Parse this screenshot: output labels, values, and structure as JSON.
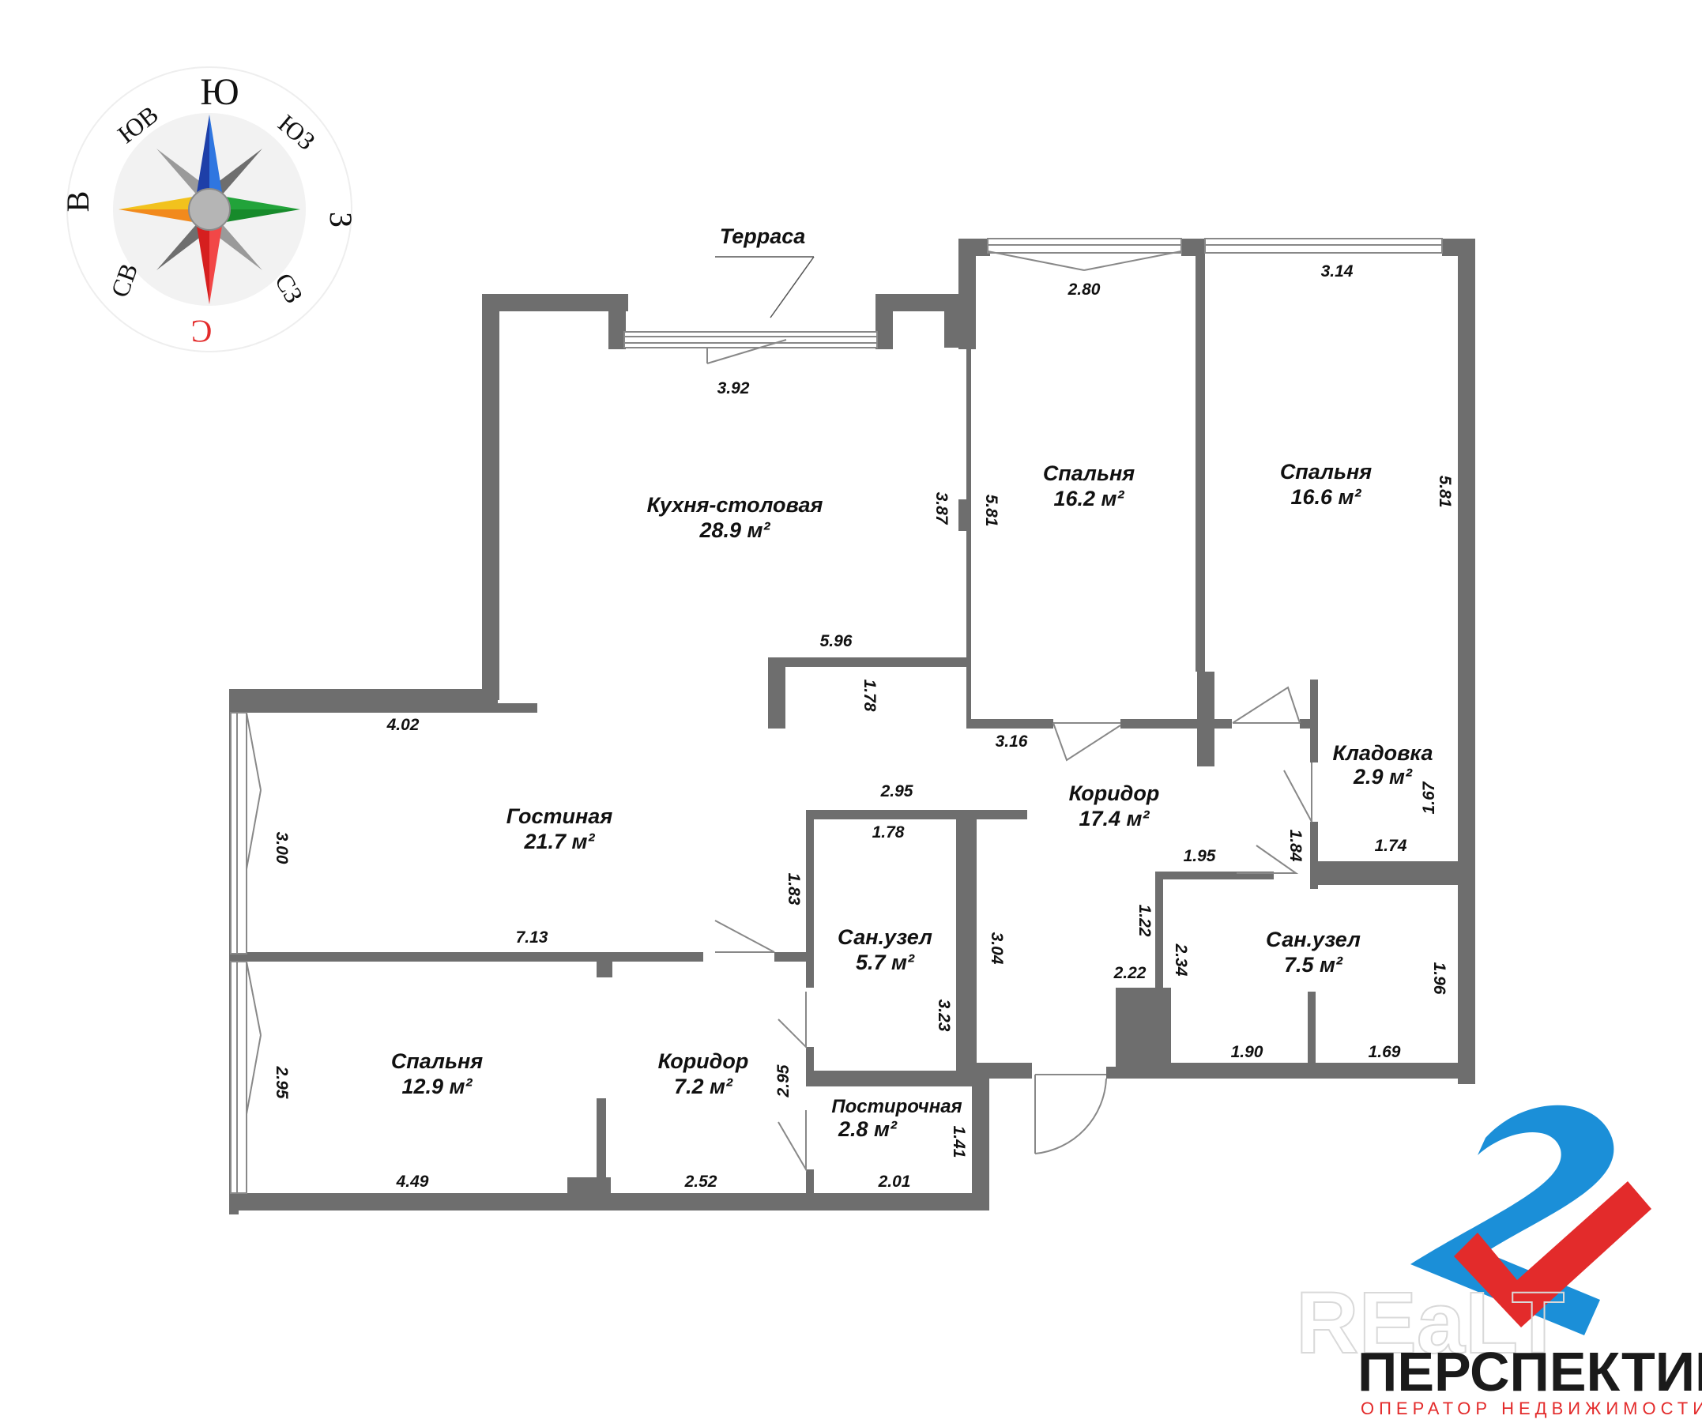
{
  "plan": {
    "terrace_label": "Терраса",
    "rooms": {
      "kitchen": {
        "name": "Кухня-столовая",
        "area": "28.9 м²"
      },
      "bedroom1": {
        "name": "Спальня",
        "area": "16.2 м²"
      },
      "bedroom2": {
        "name": "Спальня",
        "area": "16.6 м²"
      },
      "storage": {
        "name": "Кладовка",
        "area": "2.9 м²"
      },
      "corridor_main": {
        "name": "Коридор",
        "area": "17.4 м²"
      },
      "living": {
        "name": "Гостиная",
        "area": "21.7 м²"
      },
      "bathroom1": {
        "name": "Сан.узел",
        "area": "5.7 м²"
      },
      "bathroom2": {
        "name": "Сан.узел",
        "area": "7.5 м²"
      },
      "bedroom3": {
        "name": "Спальня",
        "area": "12.9 м²"
      },
      "corridor_small": {
        "name": "Коридор",
        "area": "7.2 м²"
      },
      "laundry": {
        "name": "Постирочная",
        "area": "2.8 м²"
      }
    },
    "dimensions": {
      "d392": "3.92",
      "d280": "2.80",
      "d314": "3.14",
      "d387": "3.87",
      "d581a": "5.81",
      "d581b": "5.81",
      "d596": "5.96",
      "d178a": "1.78",
      "d402": "4.02",
      "d316": "3.16",
      "d300": "3.00",
      "d295a": "2.95",
      "d178b": "1.78",
      "d183": "1.83",
      "d167": "1.67",
      "d174": "1.74",
      "d195": "1.95",
      "d184": "1.84",
      "d122": "1.22",
      "d713": "7.13",
      "d304": "3.04",
      "d234": "2.34",
      "d222": "2.22",
      "d196": "1.96",
      "d323": "3.23",
      "d295b": "2.95",
      "d295c": "2.95",
      "d190": "1.90",
      "d169": "1.69",
      "d141": "1.41",
      "d449": "4.49",
      "d252": "2.52",
      "d201": "2.01"
    }
  },
  "compass": {
    "s_top": "Ю",
    "se": "ЮВ",
    "sw": "ЮЗ",
    "e": "В",
    "w": "З",
    "ne": "СВ",
    "nw": "СЗ",
    "n_bottom": "С"
  },
  "logo": {
    "watermark": "REaLT",
    "brand": "ПЕРСПЕКТИВА",
    "tagline": "ОПЕРАТОР НЕДВИЖИМОСТИ",
    "colors": {
      "blue": "#1b8fd8",
      "red": "#e32b2b",
      "dark": "#1a1a1a"
    }
  }
}
